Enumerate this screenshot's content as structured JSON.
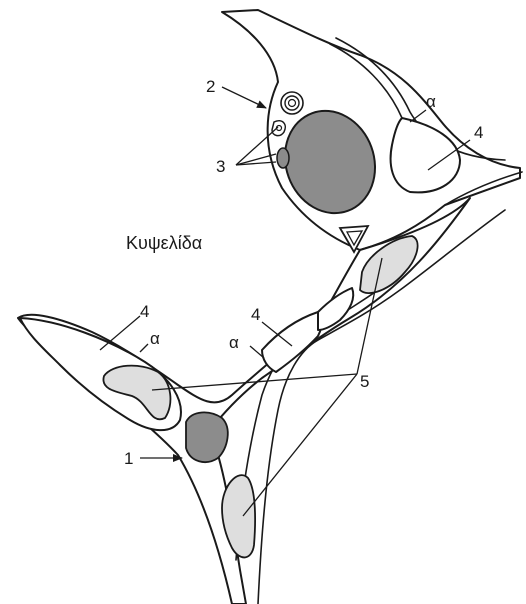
{
  "diagram": {
    "region_label": "Κυψελίδα",
    "labels": {
      "n1": "1",
      "n2": "2",
      "n3": "3",
      "n4_top": "4",
      "n4_mid": "4",
      "n4_left": "4",
      "n5": "5",
      "alpha_top": "α",
      "alpha_mid": "α",
      "alpha_left": "α"
    },
    "colors": {
      "outline": "#1a1a1a",
      "nucleus_dark": "#8c8c8c",
      "lamellar_light": "#dedede",
      "background": "#ffffff"
    }
  }
}
